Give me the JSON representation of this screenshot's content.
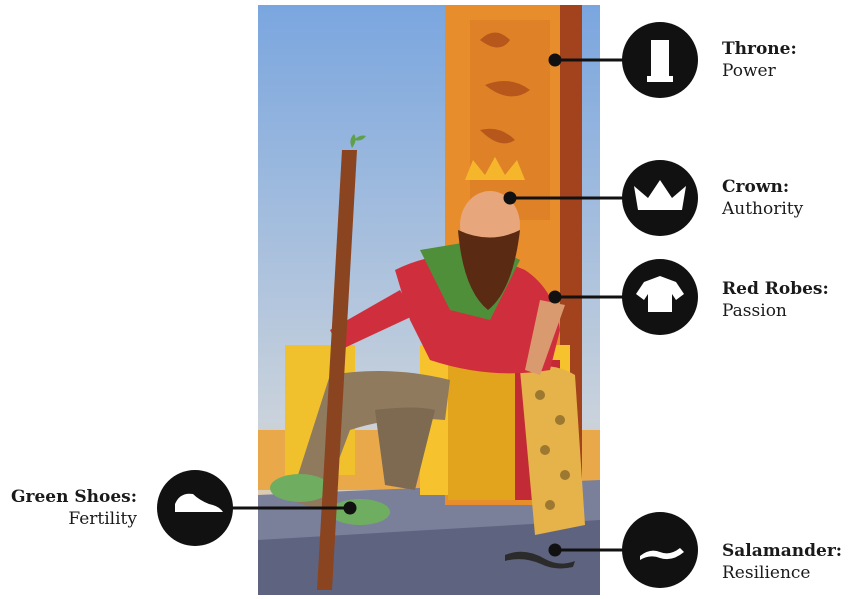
{
  "callouts": [
    {
      "id": "throne",
      "term": "Throne:",
      "meaning": "Power",
      "icon": "throne-icon"
    },
    {
      "id": "crown",
      "term": "Crown:",
      "meaning": "Authority",
      "icon": "crown-icon"
    },
    {
      "id": "robes",
      "term": "Red Robes:",
      "meaning": "Passion",
      "icon": "robe-icon"
    },
    {
      "id": "shoes",
      "term": "Green Shoes:",
      "meaning": "Fertility",
      "icon": "shoe-icon"
    },
    {
      "id": "salamander",
      "term": "Salamander:",
      "meaning": "Resilience",
      "icon": "salamander-icon"
    }
  ],
  "colors": {
    "sky_top": "#7aa6df",
    "sky_bottom": "#f2c38a",
    "throne": "#e58a2b",
    "robe": "#cf2f3c",
    "cloak_green": "#4f8f3a",
    "beard": "#5a2a12",
    "crown": "#f5b62c",
    "shoes": "#6fae60",
    "floor": "#6e7390",
    "badge": "#111111"
  }
}
